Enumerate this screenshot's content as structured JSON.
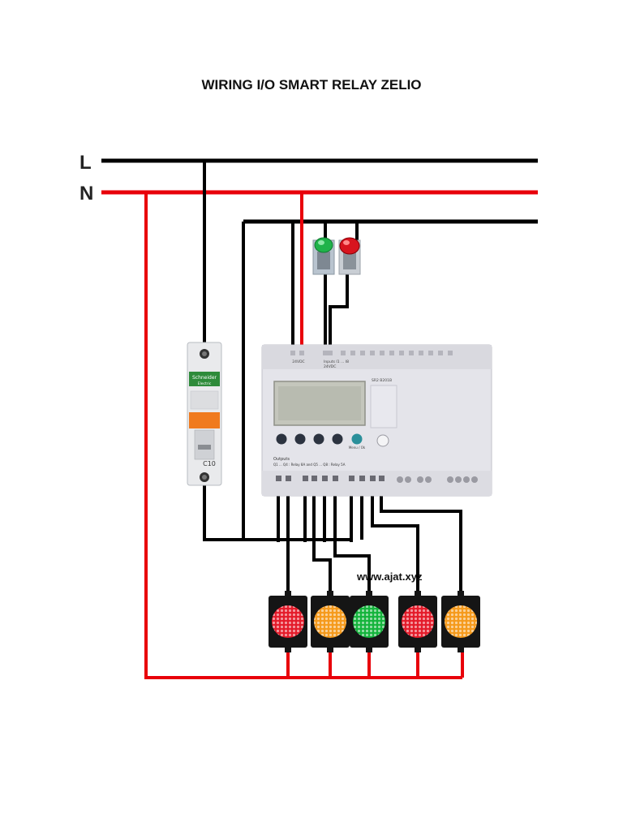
{
  "title": "WIRING I/O SMART RELAY ZELIO",
  "line_labels": {
    "L": "L",
    "N": "N"
  },
  "mcb": {
    "brand": "Schneider",
    "brand_sub": "Electric",
    "rating": "C10"
  },
  "relay": {
    "supply_label": "24VDC",
    "inputs_label": "Inputs I1 ... I8",
    "inputs_sub": "24VDC",
    "model": "SR2 B201B",
    "outputs_label": "Outputs",
    "outputs_sub": "Q1 ... Q4 : Relay 8A  and  Q5 ... Q8 : Relay 5A",
    "btn_shift": "Menu / Ok"
  },
  "watermark": "www.ajat.xyz",
  "colors": {
    "live": "#000000",
    "neutral": "#e8000a",
    "lamp_red": "#e41b2a",
    "lamp_amber": "#f59a1c",
    "lamp_green": "#14b43c"
  },
  "lamps": [
    {
      "name": "red",
      "color": "#e41b2a"
    },
    {
      "name": "amber",
      "color": "#f59a1c"
    },
    {
      "name": "green",
      "color": "#14b43c"
    },
    {
      "name": "red",
      "color": "#e41b2a"
    },
    {
      "name": "amber",
      "color": "#f59a1c"
    }
  ]
}
